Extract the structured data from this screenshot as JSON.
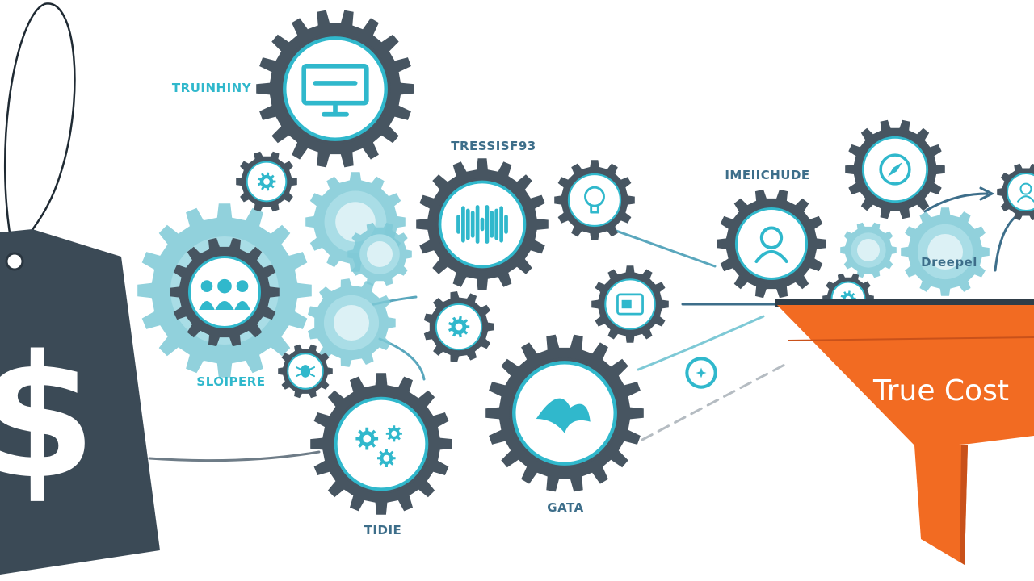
{
  "colors": {
    "background": "#ffffff",
    "gear_dark": "#475561",
    "gear_light": "#7ec9d6",
    "accent_cyan": "#30b8cc",
    "tag": "#3b4a56",
    "funnel": "#f26b22",
    "funnel_dark": "#d4561a"
  },
  "price_tag": {
    "symbol": "$",
    "icon": "price-tag-icon"
  },
  "labels": {
    "l1": "TRUINHINY",
    "l2": "TRESSISF93",
    "l3": "IMEIICHUDE",
    "l4": "SLOIPERE",
    "l5": "TIDIE",
    "l6": "GATA",
    "l7": "Dreepel"
  },
  "funnel": {
    "label": "True Cost",
    "icon": "funnel-icon"
  },
  "gear_icons": {
    "g1": "monitor-icon",
    "g2": "gear-icon",
    "g3": "sound-wave-icon",
    "g4": "lightbulb-icon",
    "g5": "team-icon",
    "g6": "chart-icon",
    "g7": "settings-icon",
    "g8": "bug-icon",
    "g9": "cogs-icon",
    "g10": "handshake-icon",
    "g11": "user-icon",
    "g12": "compass-icon",
    "g13": "cog-icon",
    "g14": "star-icon",
    "g15": "face-icon"
  }
}
